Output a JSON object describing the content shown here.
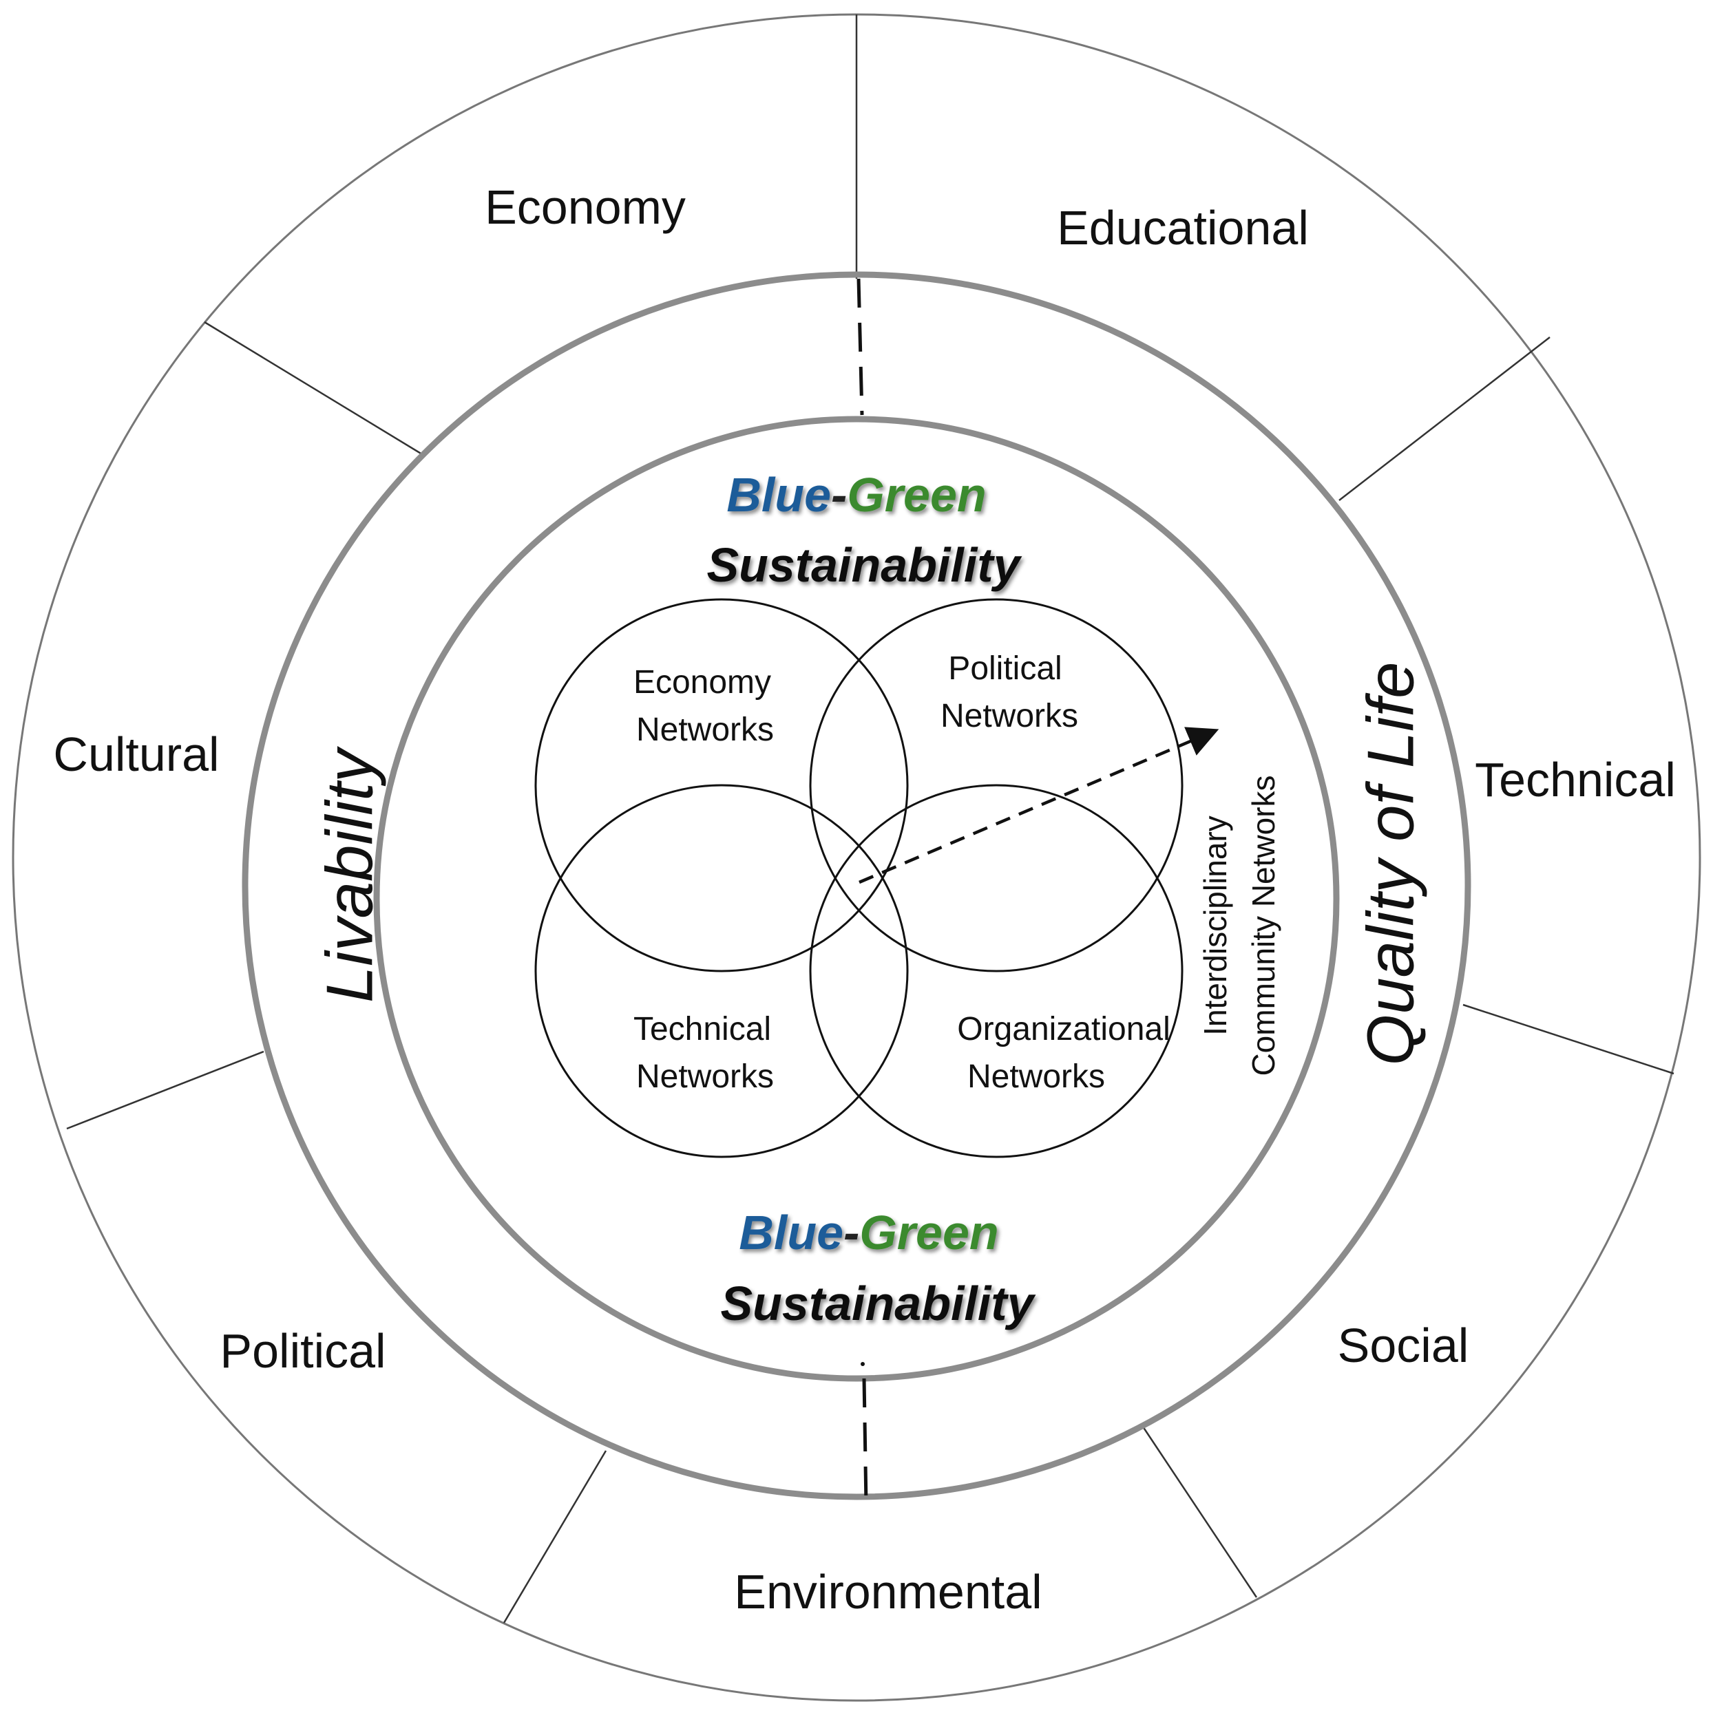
{
  "outer_sectors": [
    "Economy",
    "Educational",
    "Technical",
    "Social",
    "Environmental",
    "Political",
    "Cultural"
  ],
  "frame": {
    "left": "Livability",
    "right": "Quality of Life"
  },
  "sustainability_top": {
    "blue": "Blue",
    "dash": "-",
    "green": "Green",
    "line2": "Sustainability"
  },
  "sustainability_bottom": {
    "blue": "Blue",
    "dash": "-",
    "green": "Green",
    "line2": "Sustainability"
  },
  "networks": {
    "economy": [
      "Economy",
      "Networks"
    ],
    "political": [
      "Political",
      "Networks"
    ],
    "technical": [
      "Technical",
      "Networks"
    ],
    "organizational": [
      "Organizational",
      "Networks"
    ]
  },
  "interdisciplinary": [
    "Interdisciplinary",
    "Community Networks"
  ],
  "colors": {
    "blue": "#1f5c99",
    "green": "#3a8a2e",
    "ring": "#8c8c8c",
    "line": "#111111"
  }
}
